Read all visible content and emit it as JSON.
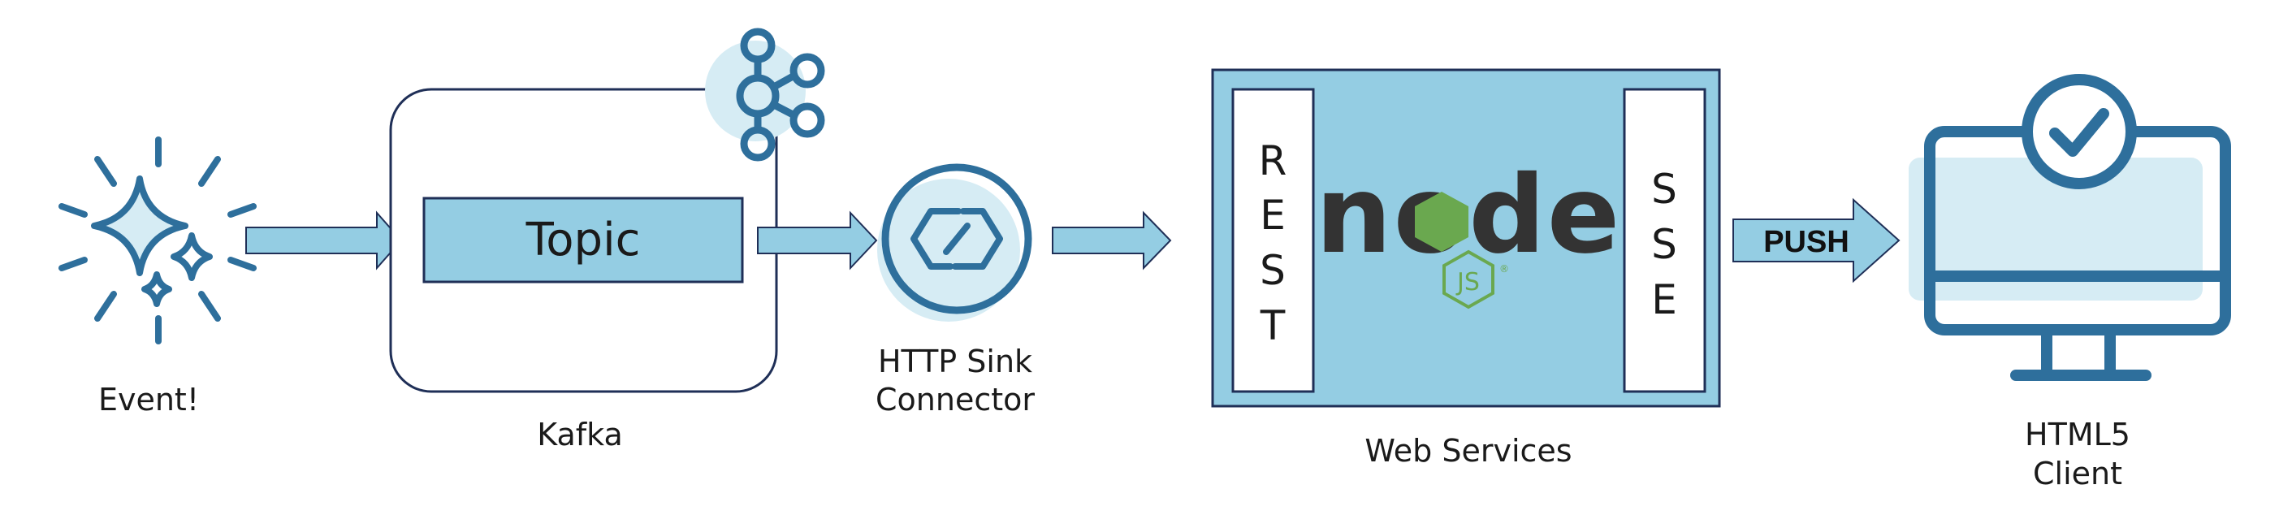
{
  "colors": {
    "primary": "#2e6f9c",
    "fill_light": "#94cde3",
    "fill_pale": "#d6ecf4",
    "outline": "#1f2f57",
    "node_dark": "#333333",
    "node_green": "#6aa84f"
  },
  "nodes": {
    "event": {
      "label": "Event!",
      "icon": "sparkle-icon"
    },
    "kafka": {
      "label": "Kafka",
      "icon": "kafka-logo-icon",
      "topic_label": "Topic"
    },
    "connector": {
      "label_line1": "HTTP Sink",
      "label_line2": "Connector",
      "icon": "connector-link-icon"
    },
    "web_services": {
      "label": "Web Services",
      "left_panel": [
        "R",
        "E",
        "S",
        "T"
      ],
      "right_panel": [
        "S",
        "S",
        "E"
      ],
      "logo_text": "node",
      "logo_badge": "JS",
      "logo_mark": "®"
    },
    "push": {
      "label": "PUSH"
    },
    "client": {
      "label_line1": "HTML5",
      "label_line2": "Client",
      "icon": "monitor-check-icon"
    }
  }
}
